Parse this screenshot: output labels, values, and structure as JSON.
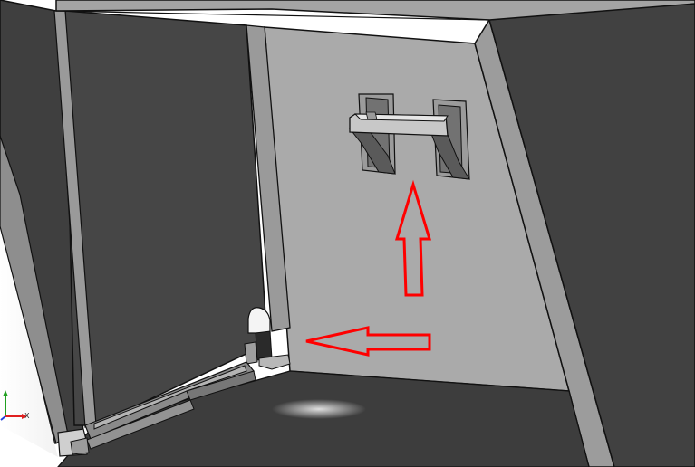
{
  "viewport": {
    "background_color": "#ffffff",
    "annotation_color": "#ff0000"
  },
  "model": {
    "parts": [
      "left-outer-wall",
      "left-door-panel",
      "door-frame-post",
      "back-wall",
      "right-wall",
      "top-rail",
      "floor",
      "door-bottom-rail",
      "wall-bracket",
      "door-notch"
    ]
  },
  "annotations": [
    {
      "icon": "arrow-up-icon",
      "direction": "up"
    },
    {
      "icon": "arrow-left-icon",
      "direction": "left"
    }
  ],
  "triad": {
    "x_label": "X",
    "x_color": "#e02020",
    "y_color": "#20a020",
    "z_color": "#2040e0"
  }
}
